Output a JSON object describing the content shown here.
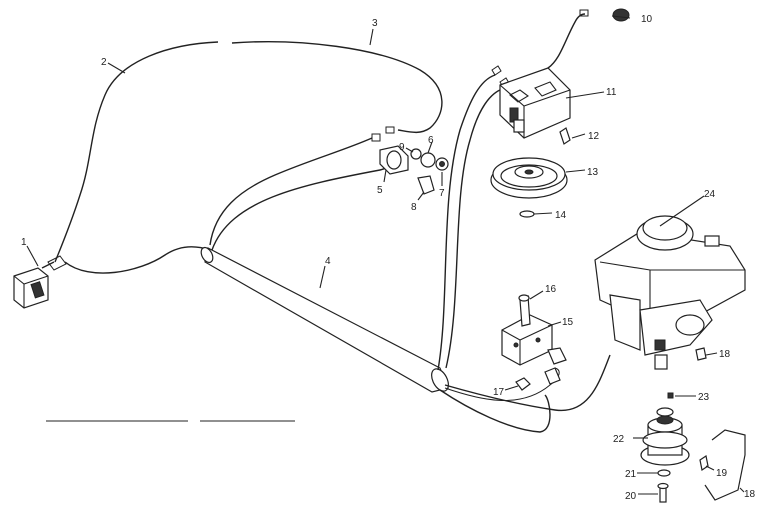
{
  "callouts": {
    "c1": "1",
    "c2": "2",
    "c3": "3",
    "c4": "4",
    "c5": "5",
    "c6": "6",
    "c7": "7",
    "c8": "8",
    "c9": "9",
    "c10": "10",
    "c11": "11",
    "c12": "12",
    "c13": "13",
    "c14": "14",
    "c15": "15",
    "c16": "16",
    "c17": "17",
    "c18": "18",
    "c19": "19",
    "c20": "20",
    "c21": "21",
    "c22": "22",
    "c23": "23",
    "c24": "24",
    "c18b": "18"
  }
}
